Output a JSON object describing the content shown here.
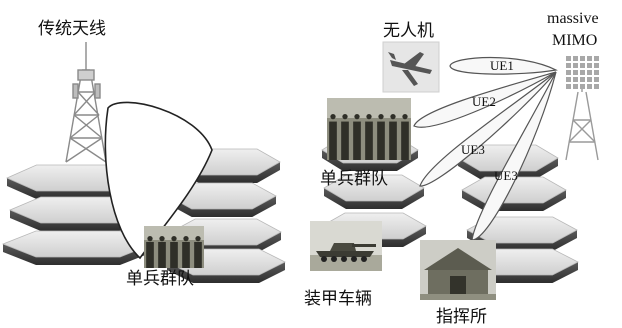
{
  "labels": {
    "traditional_antenna": "传统天线",
    "uav": "无人机",
    "massive_line1": "massive",
    "massive_line2": "MIMO",
    "soldier_group_top": "单兵群队",
    "soldier_group_left": "单兵群队",
    "armored_vehicle": "装甲车辆",
    "command_post": "指挥所"
  },
  "beams": {
    "ue1": "UE1",
    "ue2": "UE2",
    "ue3a": "UE3",
    "ue3b": "UE3"
  },
  "colors": {
    "hex_top": "#e3e3e3",
    "hex_side": "#3f3f3f",
    "beam_stroke": "#555555",
    "beam_fill": "#f7f7f7",
    "tower": "#9a9a9a",
    "photo_dark": "#3a3a30",
    "photo_mid": "#7c7c6c"
  },
  "icons": {
    "traditional_tower": "antenna-tower-icon",
    "massive_tower": "mimo-tower-icon",
    "uav": "uav-drone-icon"
  }
}
